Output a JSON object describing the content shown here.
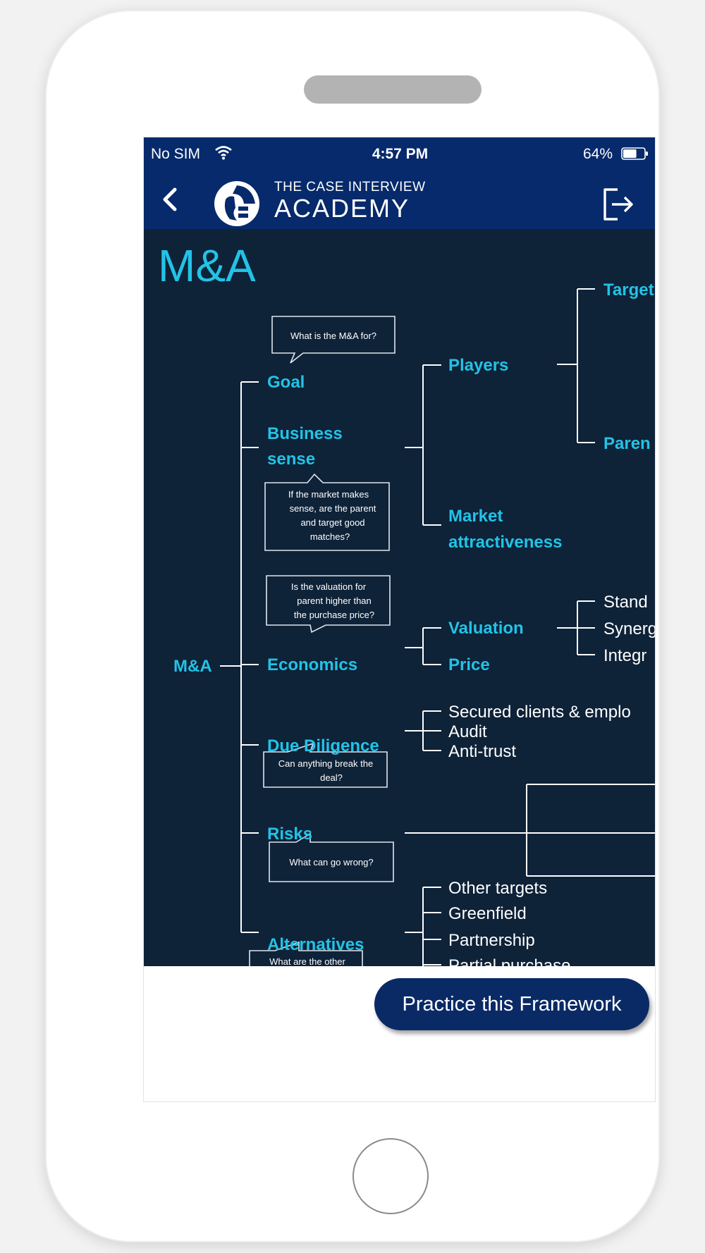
{
  "status_bar": {
    "carrier": "No SIM",
    "time": "4:57 PM",
    "battery": "64%",
    "battery_level": 0.64
  },
  "nav": {
    "brand_line1": "THE CASE INTERVIEW",
    "brand_line2": "ACADEMY"
  },
  "framework": {
    "title": "M&A",
    "root": "M&A",
    "branches": {
      "goal": "Goal",
      "business_sense_1": "Business",
      "business_sense_2": "sense",
      "economics": "Economics",
      "due_diligence": "Due Diligence",
      "risks": "Risks",
      "alternatives": "Alternatives"
    },
    "sub": {
      "players": "Players",
      "market_1": "Market",
      "market_2": "attractiveness",
      "valuation": "Valuation",
      "price": "Price",
      "secured": "Secured clients & emplo",
      "audit": "Audit",
      "anti_trust": "Anti-trust",
      "other_targets": "Other targets",
      "greenfield": "Greenfield",
      "partnership": "Partnership",
      "partial_purchase": "Partial purchase"
    },
    "leaves": {
      "target": "Target",
      "parent": "Paren",
      "stand": "Stand",
      "synergy": "Synerg",
      "integr": "Integr"
    },
    "callouts": {
      "goal_q": "What is the M&A for?",
      "business_q_1": "If the market makes",
      "business_q_2": "sense, are the parent",
      "business_q_3": "and target good",
      "business_q_4": "matches?",
      "econ_q_1": "Is the valuation for",
      "econ_q_2": "parent higher than",
      "econ_q_3": "the purchase price?",
      "dd_q_1": "Can anything break the",
      "dd_q_2": "deal?",
      "risk_q": "What can go wrong?",
      "alt_q": "What are the other"
    }
  },
  "practice_button": "Practice this Framework"
}
